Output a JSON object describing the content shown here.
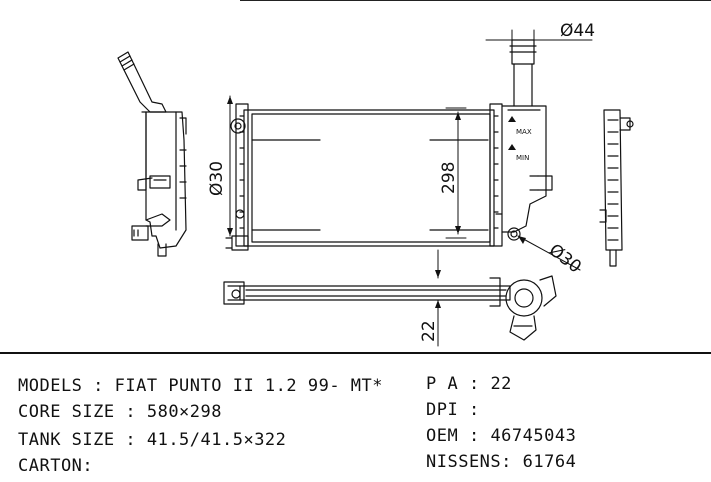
{
  "drawing": {
    "dimensions": {
      "top_diameter": "Ø44",
      "left_diameter": "Ø30",
      "core_height": "298",
      "bottom_diameter": "Ø30",
      "depth": "22"
    },
    "tank_marks": {
      "max": "MAX",
      "min": "MIN"
    }
  },
  "specs": {
    "models_label": "MODELS",
    "models_value": "FIAT PUNTO II 1.2 99- MT*",
    "core_size_label": "CORE SIZE",
    "core_size_value": "580×298",
    "tank_size_label": "TANK SIZE",
    "tank_size_value": "41.5/41.5×322",
    "carton_label": "CARTON:",
    "pa_label": "P A",
    "pa_value": "22",
    "dpi_label": "DPI",
    "dpi_value": "",
    "oem_label": "OEM",
    "oem_value": "46745043",
    "nissens_label": "NISSENS:",
    "nissens_value": "61764"
  }
}
